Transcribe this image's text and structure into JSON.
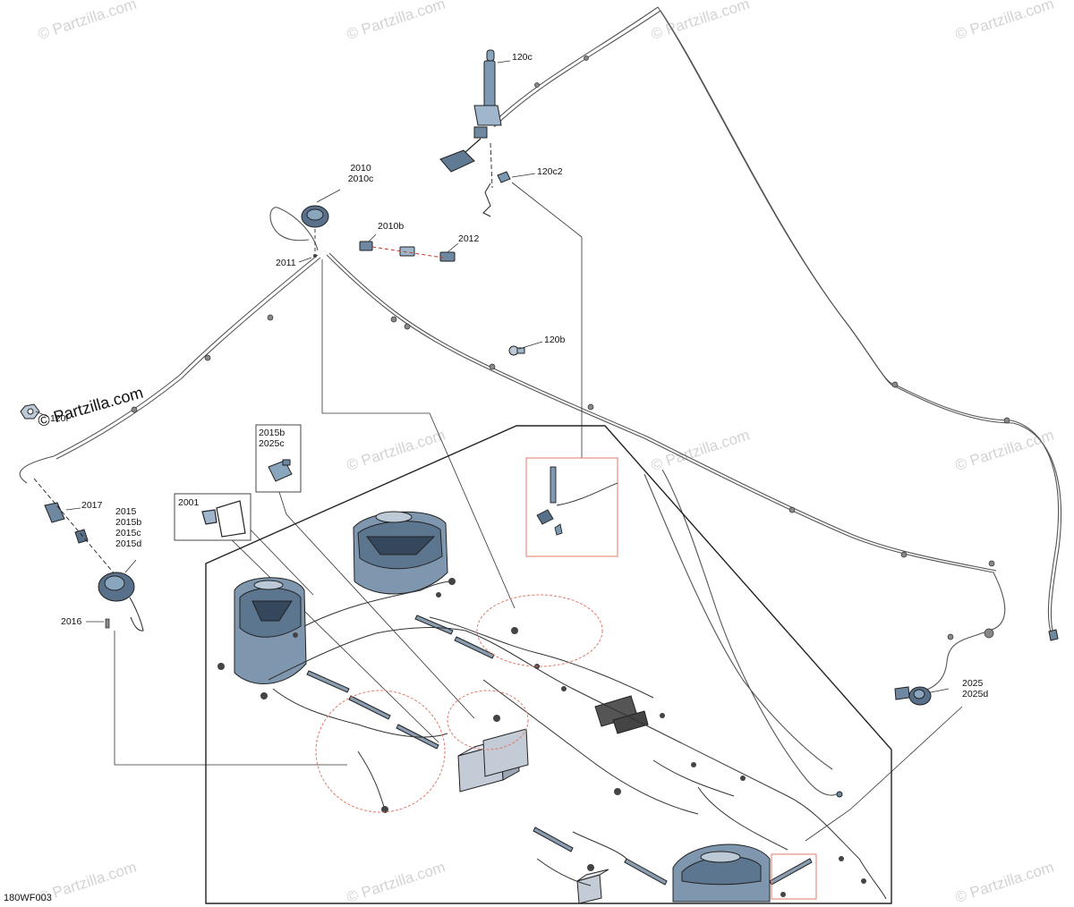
{
  "diagram": {
    "code": "180WF003",
    "brand": "© Partzilla.com",
    "watermark": "© Partzilla.com",
    "callouts": {
      "c120c": "120c",
      "c120c2": "120c2",
      "c2010": "2010",
      "c2010c": "2010c",
      "c2010b": "2010b",
      "c2012": "2012",
      "c2011": "2011",
      "c120b": "120b",
      "c120f": "120f",
      "c2015b_top": "2015b",
      "c2025c": "2025c",
      "c2001": "2001",
      "c2017": "2017",
      "c2015": "2015",
      "c2015b": "2015b",
      "c2015c": "2015c",
      "c2015d": "2015d",
      "c2016": "2016",
      "c2025": "2025",
      "c2025d": "2025d"
    }
  }
}
